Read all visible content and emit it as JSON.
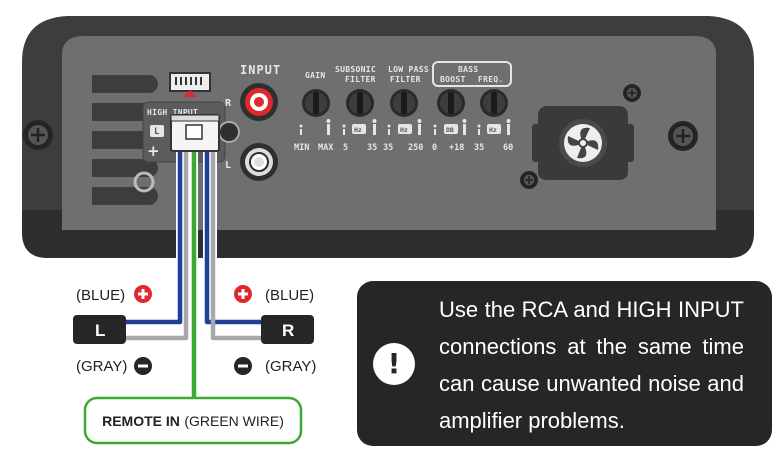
{
  "amplifier": {
    "input_label": "INPUT",
    "rca_right": "R",
    "rca_left": "L",
    "high_input_label": "HIGH INPUT",
    "high_input_l": "L",
    "high_input_plus": "+",
    "controls": {
      "gain": "GAIN",
      "subsonic_line1": "SUBSONIC",
      "subsonic_line2": "FILTER",
      "lowpass_line1": "LOW PASS",
      "lowpass_line2": "FILTER",
      "bass_title": "BASS",
      "bass_boost": "BOOST",
      "bass_freq": "FREQ."
    },
    "scales": {
      "gain_min": "MIN",
      "gain_max": "MAX",
      "subsonic_min": "5",
      "subsonic_max": "35",
      "lowpass_min": "35",
      "lowpass_max": "250",
      "boost_min": "0",
      "boost_max": "+18",
      "freq_min": "35",
      "freq_max": "60"
    },
    "units": {
      "hz": "Hz",
      "db": "DB"
    }
  },
  "wiring": {
    "left_positive": "(BLUE)",
    "left_negative": "(GRAY)",
    "right_positive": "(BLUE)",
    "right_negative": "(GRAY)",
    "left_channel": "L",
    "right_channel": "R",
    "remote_bold": "REMOTE IN",
    "remote_note": "(GREEN WIRE)"
  },
  "warning": {
    "icon": "exclamation-icon",
    "line1": "Use the RCA and HIGH INPUT",
    "line2": "connections at the same time",
    "line3": "can cause unwanted noise and",
    "line4": "amplifier problems."
  },
  "colors": {
    "wire_blue": "#1f3f9a",
    "wire_gray": "#a8a8a8",
    "wire_green": "#3aaa35",
    "positive_red": "#e0292c",
    "amp_body": "#3d3d3d",
    "panel": "#6f6f6f",
    "warning_bg": "#262626"
  }
}
